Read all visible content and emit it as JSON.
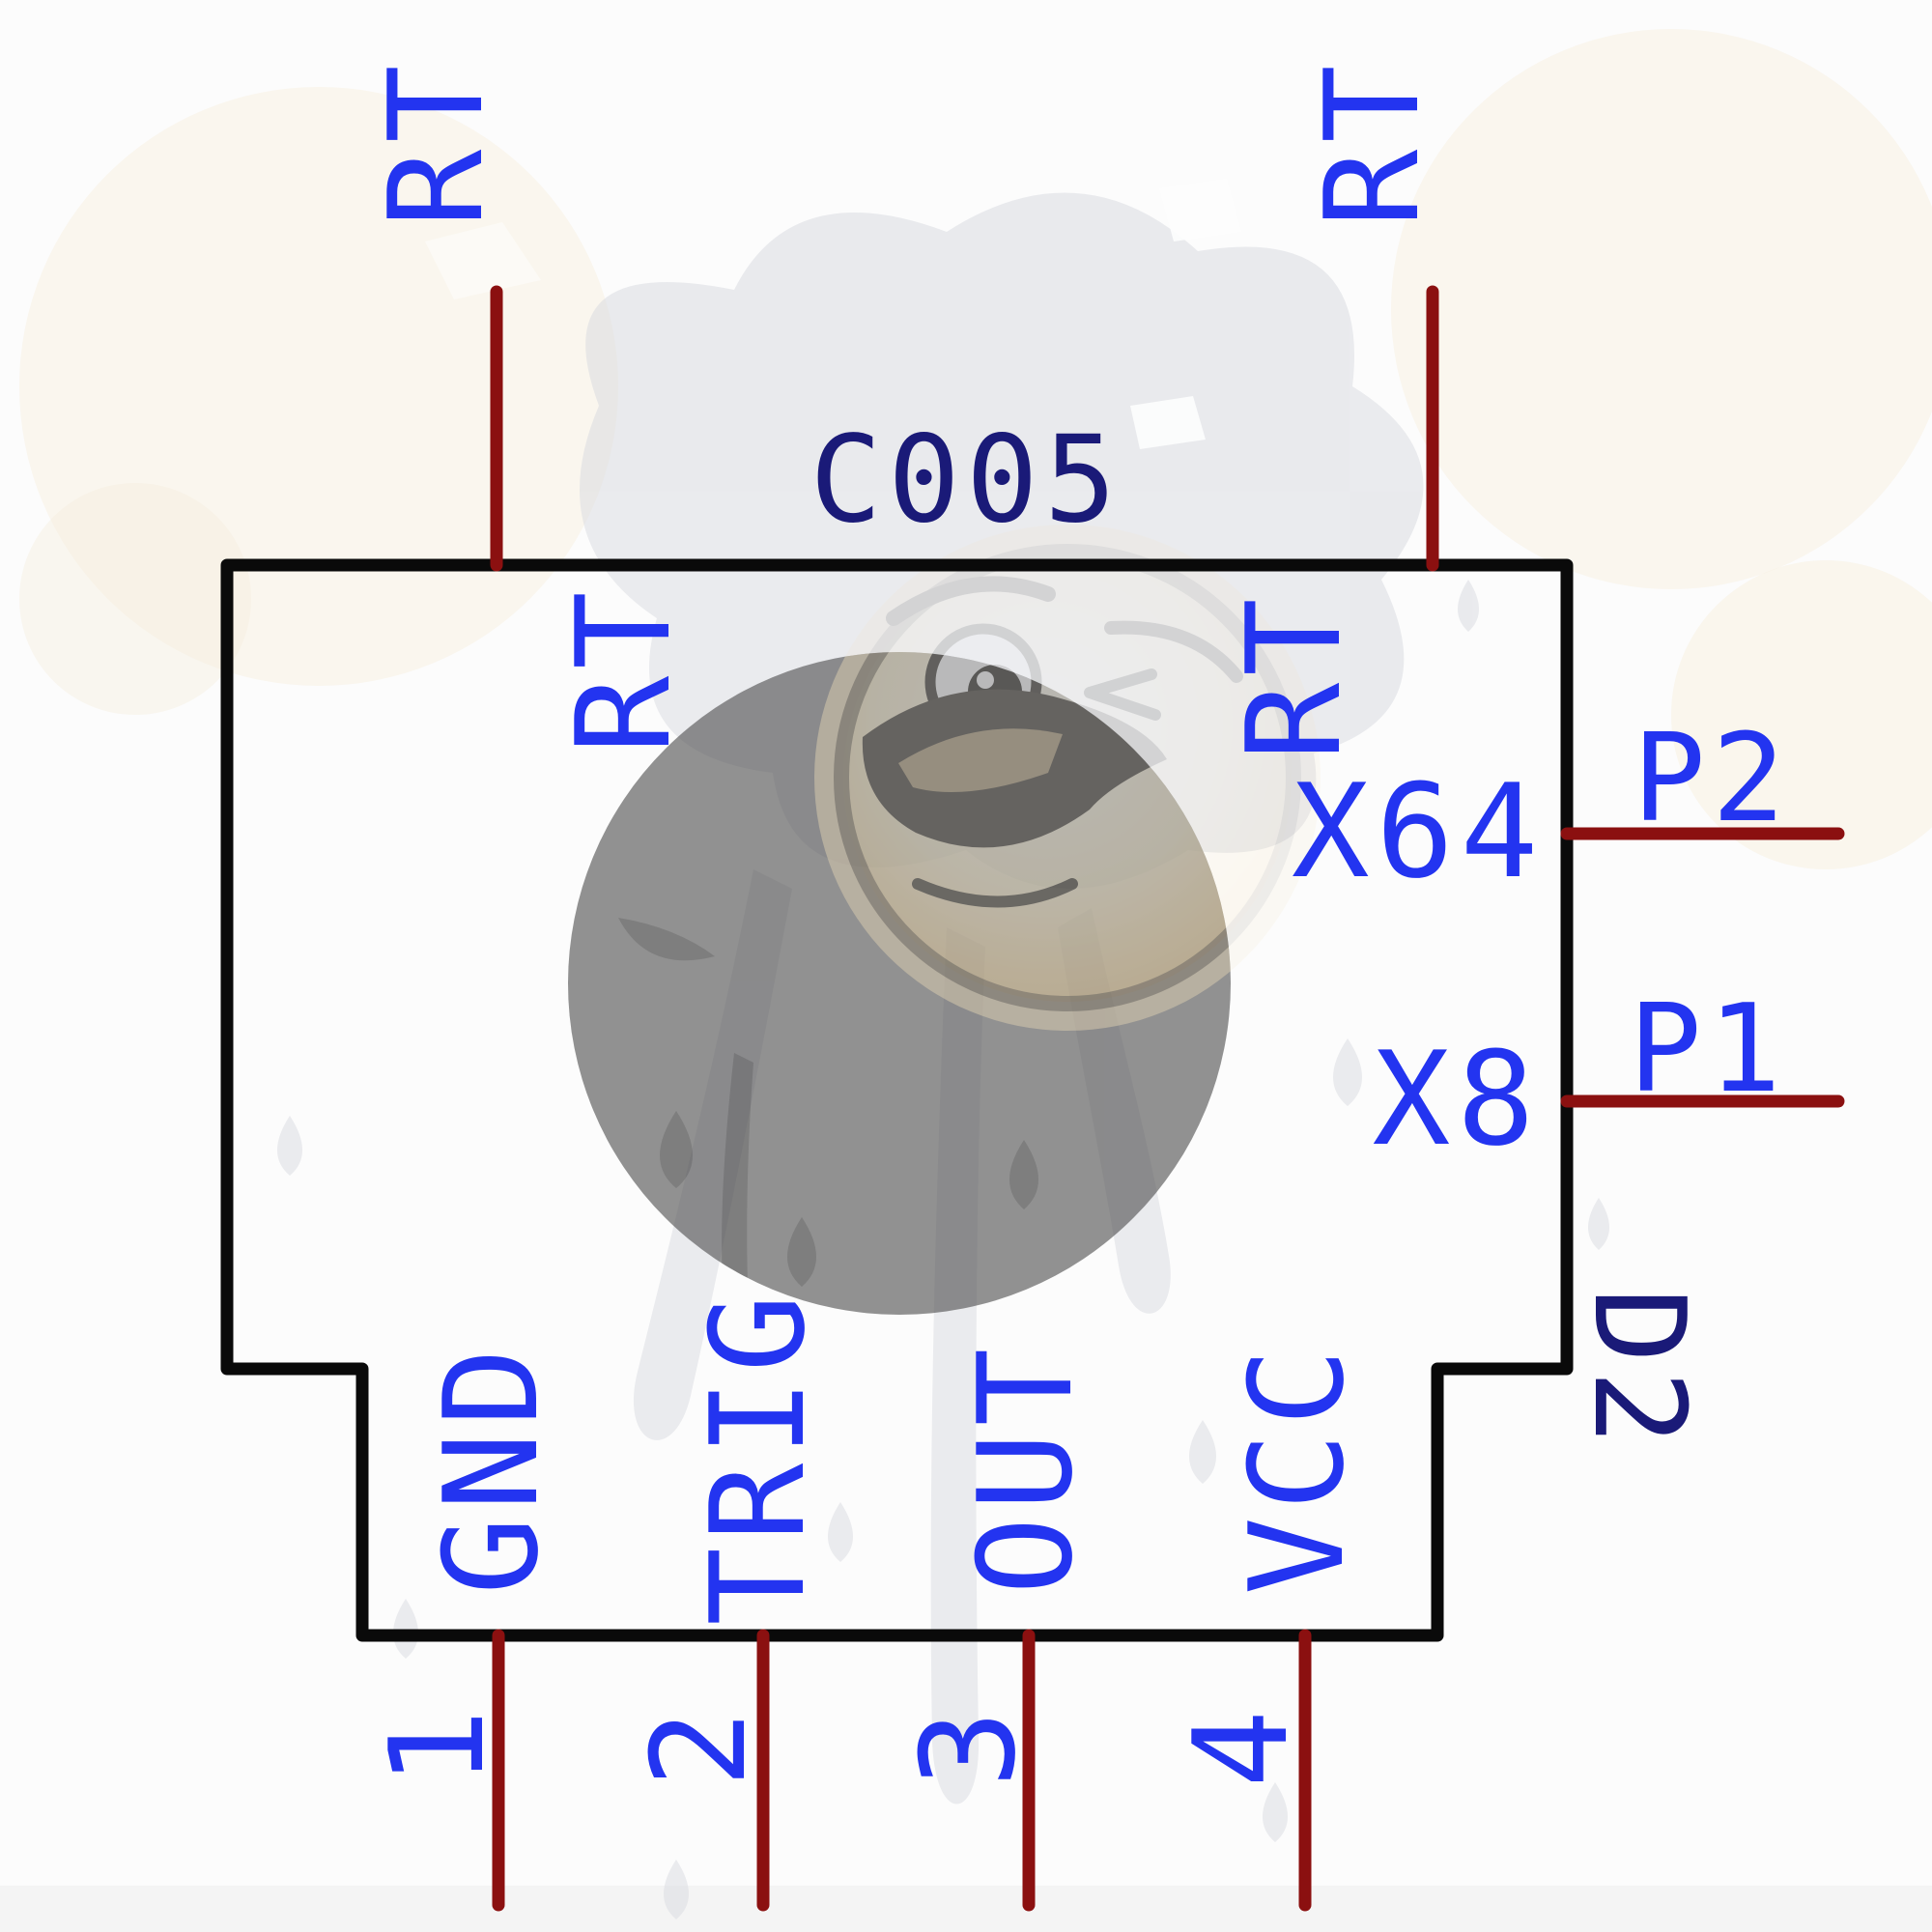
{
  "component": {
    "refdes": "C005",
    "top_pins": {
      "left_outer_label": "RT",
      "right_outer_label": "RT",
      "left_inner_label": "RT",
      "right_inner_label": "RT"
    },
    "bottom_pins": [
      {
        "number": "1",
        "name": "GND"
      },
      {
        "number": "2",
        "name": "TRIG"
      },
      {
        "number": "3",
        "name": "OUT"
      },
      {
        "number": "4",
        "name": "VCC"
      }
    ],
    "right_pins": [
      {
        "inner_label": "X64",
        "outer_label": "P2"
      },
      {
        "inner_label": "X8",
        "outer_label": "P1"
      }
    ],
    "corner_label": "D2"
  },
  "colors": {
    "label_blue": "#2334F0",
    "label_navy": "#1A1A78",
    "pin_line_red": "#8B1010",
    "body_outline_black": "#0A0A0A",
    "overlay_gray": "#929292",
    "background": "#FCFCFC"
  },
  "icons": {
    "watermark": "winking-smiley-splash-watermark",
    "overlay": "gray-circle-overlay"
  }
}
